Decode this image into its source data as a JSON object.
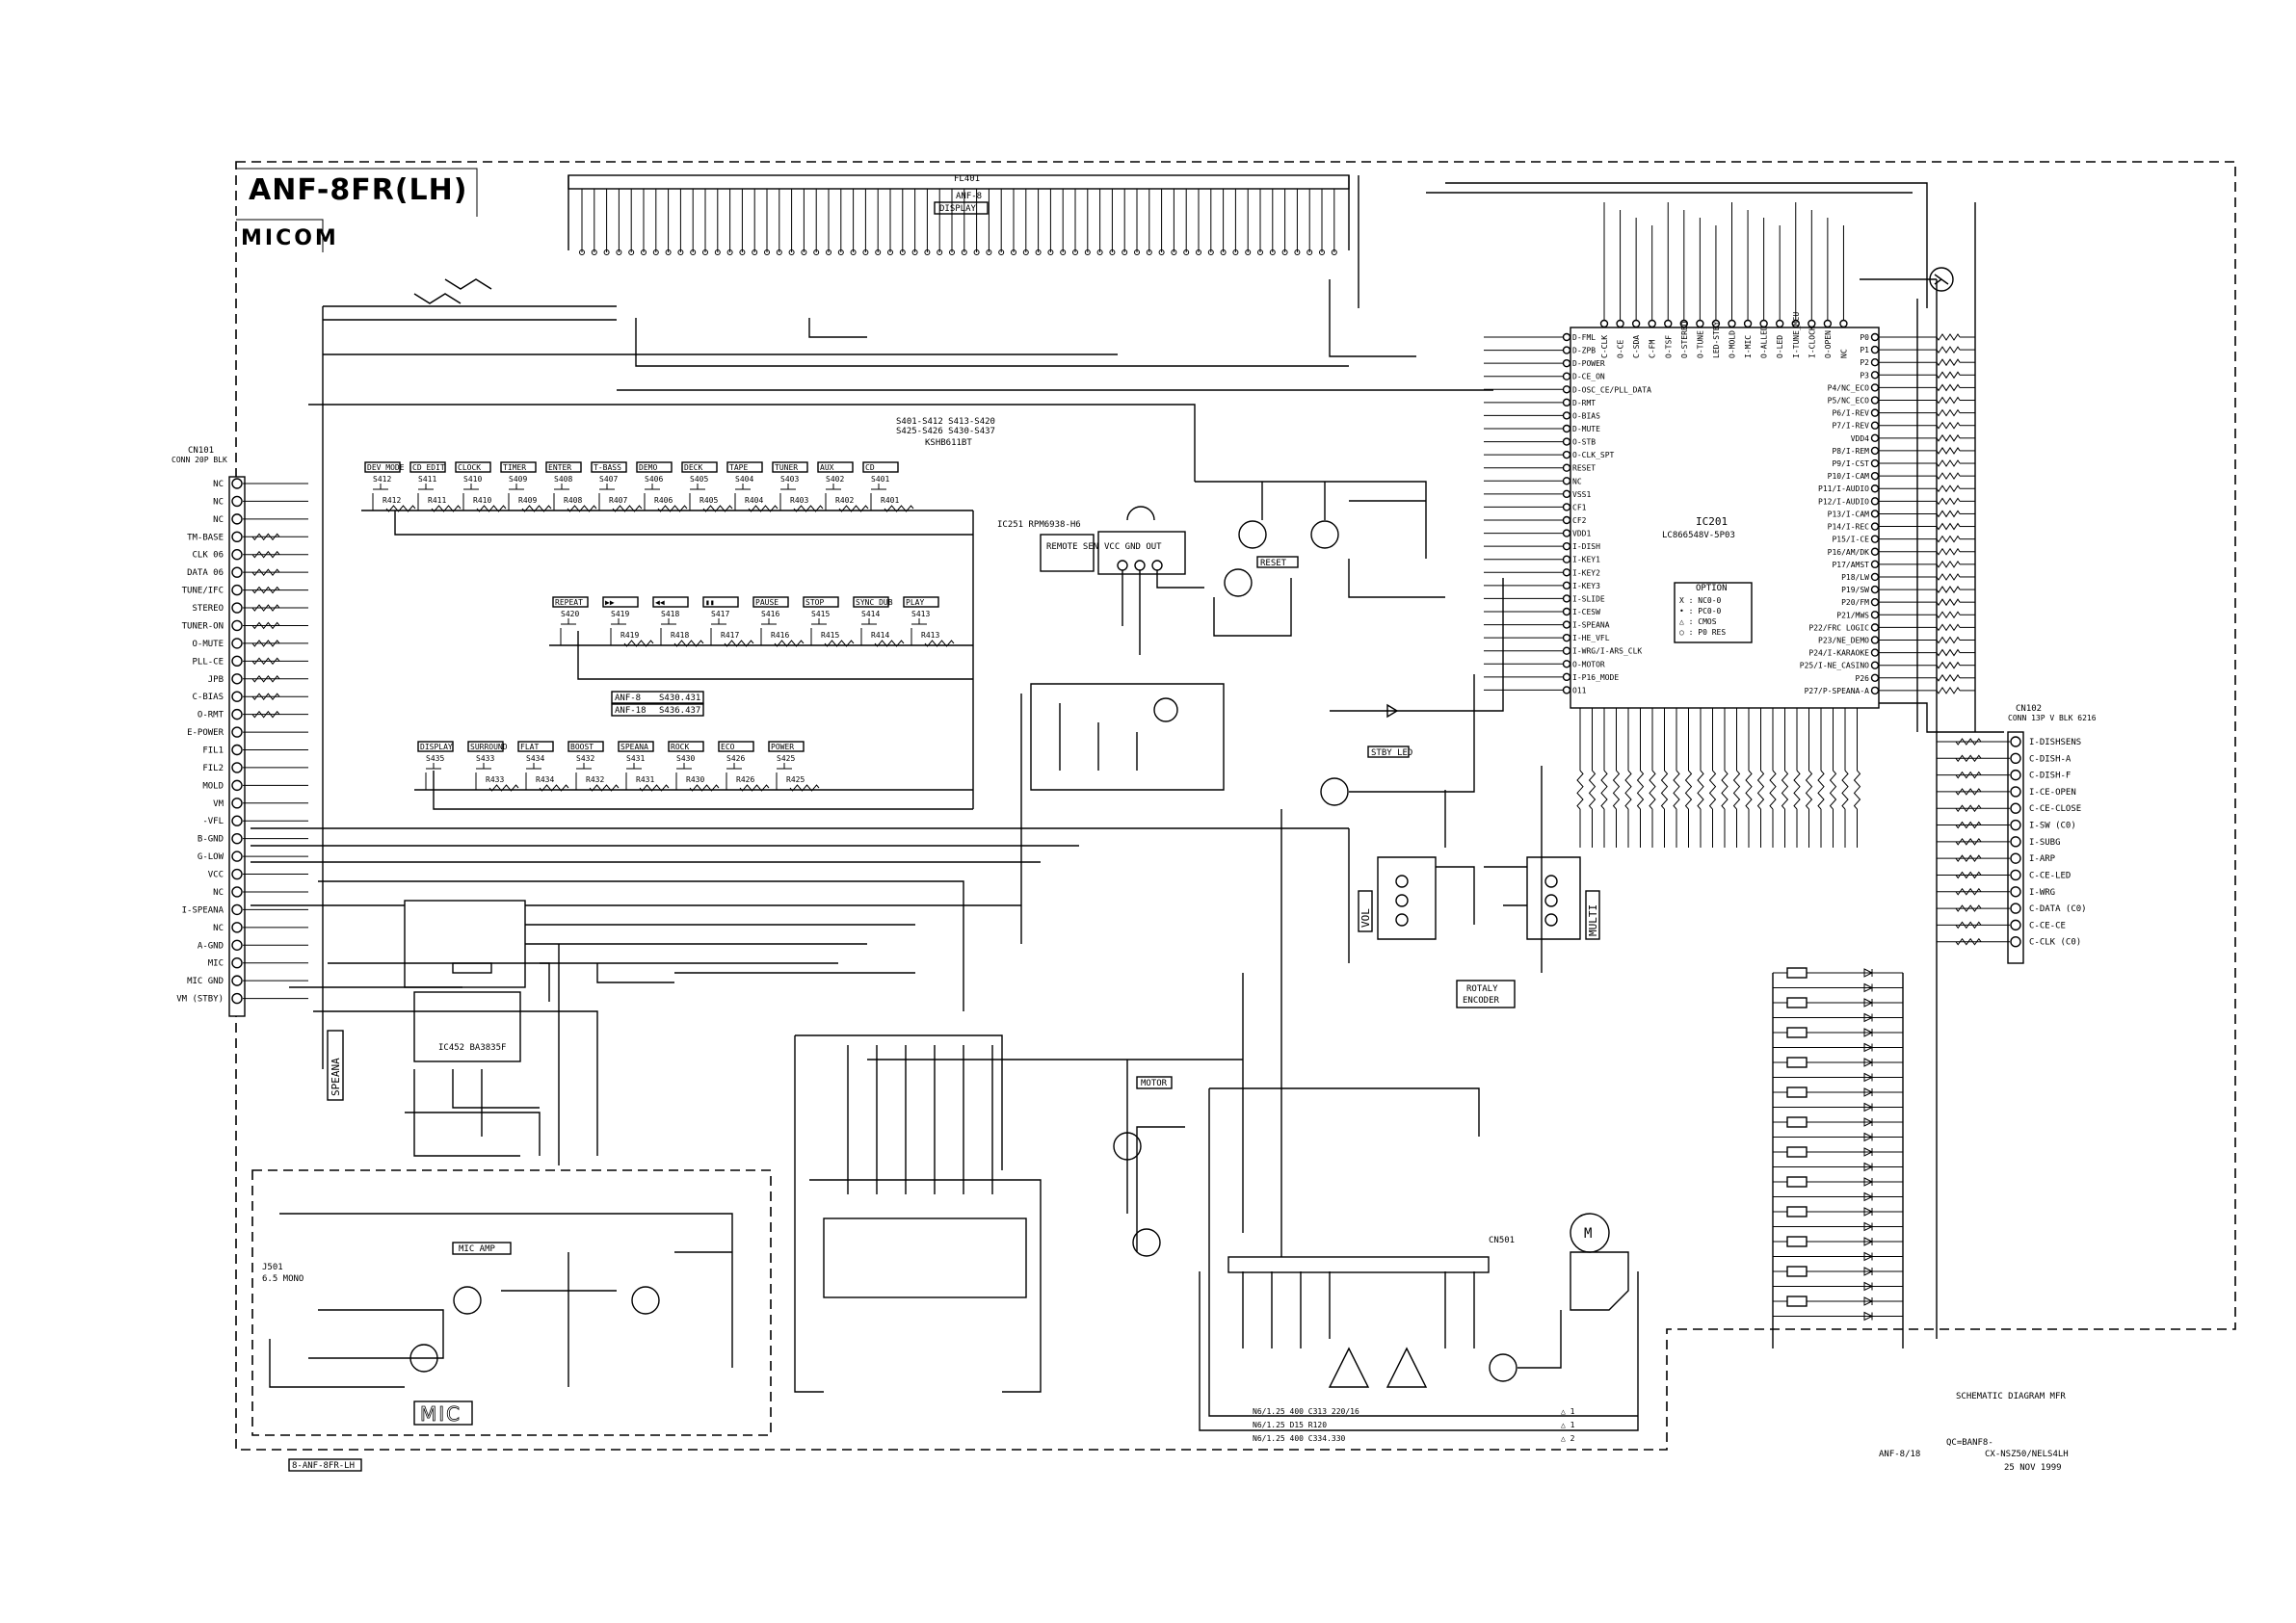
{
  "sheet": {
    "title": "ANF-8FR(LH)",
    "section": "MICOM",
    "footer_ref": "8-ANF-8FR-LH",
    "diagram_label": "SCHEMATIC DIAGRAM MFR",
    "model_code": "QC=BANF8-",
    "model_name": "ANF-8/18",
    "model_variant": "CX-NSZ50/NELS4LH",
    "date": "25 NOV 1999"
  },
  "blocks": {
    "display_connector": "FL401",
    "display_model": "ANF-8",
    "display_label": "DISPLAY",
    "main_ic": "IC201",
    "main_ic_part": "LC866548V-5P03",
    "remote_sensor": "REMOTE SENSOR",
    "remote_ic": "IC251 RPM6938-H6",
    "remote_pins": "VCC GND OUT",
    "speana_ic": "IC452 BA3835F",
    "speana_label": "SPEANA",
    "mic_label": "MIC",
    "mic_amp": "MIC AMP",
    "jack": "J501",
    "jack_spec": "6.5 MONO",
    "vol_label": "VOL",
    "multi_label": "MULTI",
    "rotary_label": "ROTALY ENCODER",
    "motor_connector": "CN501",
    "motor_symbol": "M",
    "motor_label": "MOTOR",
    "key_ic": "KSHB611BT",
    "key_range_a": "S401-S412 S413-S420",
    "key_range_b": "S425-S426 S430-S437",
    "variant_a": "ANF-8",
    "variant_b": "ANF-18",
    "variant_a_keys": "S430.431",
    "variant_b_keys": "S436.437",
    "stby_led": "STBY LED",
    "reset": "RESET",
    "option_title": "OPTION",
    "option_rows": [
      "X : NC0-0",
      "• : PC0-0",
      "△ : CMOS",
      "○ : P0 RES"
    ],
    "cn101": "CN101",
    "cn101_spec": "CONN 20P BLK",
    "cn102": "CN102",
    "cn102_spec": "CONN 13P V BLK 6216"
  },
  "cn101_pins": [
    "NC",
    "NC",
    "NC",
    "TM-BASE",
    "CLK 06",
    "DATA 06",
    "TUNE/IFC",
    "STEREO",
    "TUNER-ON",
    "O-MUTE",
    "PLL-CE",
    "JPB",
    "C-BIAS",
    "O-RMT",
    "E-POWER",
    "FIL1",
    "FIL2",
    "MOLD",
    "VM",
    "-VFL",
    "B-GND",
    "G-LOW",
    "VCC",
    "NC",
    "I-SPEANA",
    "NC",
    "A-GND",
    "MIC",
    "MIC GND",
    "VM (STBY)"
  ],
  "cn102_pins": [
    "I-DISHSENS",
    "C-DISH-A",
    "C-DISH-F",
    "I-CE-OPEN",
    "C-CE-CLOSE",
    "I-SW (C0)",
    "I-SUBG",
    "I-ARP",
    "C-CE-LED",
    "I-WRG",
    "C-DATA (C0)",
    "C-CE-CE",
    "C-CLK (C0)"
  ],
  "key_rows": [
    [
      {
        "ref": "S412",
        "name": "DEV_MODE",
        "r": "R412"
      },
      {
        "ref": "S411",
        "name": "CD_EDIT",
        "r": "R411"
      },
      {
        "ref": "S410",
        "name": "CLOCK",
        "r": "R410"
      },
      {
        "ref": "S409",
        "name": "TIMER",
        "r": "R409"
      },
      {
        "ref": "S408",
        "name": "ENTER",
        "r": "R408"
      },
      {
        "ref": "S407",
        "name": "T-BASS",
        "r": "R407"
      },
      {
        "ref": "S406",
        "name": "DEMO",
        "r": "R406"
      },
      {
        "ref": "S405",
        "name": "DECK",
        "r": "R405"
      },
      {
        "ref": "S404",
        "name": "TAPE",
        "r": "R404"
      },
      {
        "ref": "S403",
        "name": "TUNER",
        "r": "R403"
      },
      {
        "ref": "S402",
        "name": "AUX",
        "r": "R402"
      },
      {
        "ref": "S401",
        "name": "CD",
        "r": "R401"
      }
    ],
    [
      {
        "ref": "S420",
        "name": "REPEAT",
        "r": ""
      },
      {
        "ref": "S419",
        "name": "▶▶",
        "r": "R419"
      },
      {
        "ref": "S418",
        "name": "◀◀",
        "r": "R418"
      },
      {
        "ref": "S417",
        "name": "▮▮",
        "r": "R417"
      },
      {
        "ref": "S416",
        "name": "PAUSE",
        "r": "R416"
      },
      {
        "ref": "S415",
        "name": "STOP",
        "r": "R415"
      },
      {
        "ref": "S414",
        "name": "SYNC_DUB",
        "r": "R414"
      },
      {
        "ref": "S413",
        "name": "PLAY",
        "r": "R413"
      }
    ],
    [
      {
        "ref": "S435",
        "name": "DISPLAY",
        "r": ""
      },
      {
        "ref": "S433",
        "name": "SURROUND",
        "r": "R433"
      },
      {
        "ref": "S434",
        "name": "FLAT",
        "r": "R434"
      },
      {
        "ref": "S432",
        "name": "BOOST",
        "r": "R432"
      },
      {
        "ref": "S431",
        "name": "SPEANA",
        "r": "R431"
      },
      {
        "ref": "S430",
        "name": "ROCK",
        "r": "R430"
      },
      {
        "ref": "S426",
        "name": "ECO",
        "r": "R426"
      },
      {
        "ref": "S425",
        "name": "POWER",
        "r": "R425"
      }
    ]
  ],
  "ic201_right_pins": [
    "P0",
    "P1",
    "P2",
    "P3",
    "P4/NC_ECO",
    "P5/NC_ECO",
    "P6/I-REV",
    "P7/I-REV",
    "VDD4",
    "P8/I-REM",
    "P9/I-CST",
    "P10/I-CAM",
    "P11/I-AUDIO",
    "P12/I-AUDIO",
    "P13/I-CAM",
    "P14/I-REC",
    "P15/I-CE",
    "P16/AM/DK",
    "P17/AMST",
    "P18/LW",
    "P19/SW",
    "P20/FM",
    "P21/MWS",
    "P22/FRC LOGIC",
    "P23/NE_DEMO",
    "P24/I-KARAOKE",
    "P25/I-NE_CASINO",
    "P26",
    "P27/P-SPEANA-A"
  ],
  "ic201_left_pins": [
    "D-FML",
    "D-ZPB",
    "D-POWER",
    "D-CE_ON",
    "D-OSC_CE/PLL_DATA",
    "D-RMT",
    "O-BIAS",
    "D-MUTE",
    "O-STB",
    "O-CLK_SPT",
    "RESET",
    "NC",
    "VSS1",
    "CF1",
    "CF2",
    "VDD1",
    "I-DISH",
    "I-KEY1",
    "I-KEY2",
    "I-KEY3",
    "I-SLIDE",
    "I-CESW",
    "I-SPEANA",
    "I-HE_VFL",
    "I-WRG/I-ARS_CLK",
    "O-MOTOR",
    "I-P16_MODE",
    "O11"
  ],
  "ic201_top_pins": [
    "C-CLK",
    "O-CE",
    "C-SDA",
    "C-FM",
    "O-TSF",
    "O-STEREO",
    "O-TUNE",
    "LED-STBY",
    "O-MOLD",
    "I-MIC",
    "O-ALLED",
    "O-LED",
    "I-TUNE_MCU",
    "I-CLOCK",
    "O-OPEN",
    "NC"
  ],
  "bottom_notes": [
    "N6/1.25 400 C313 220/16",
    "N6/1.25 D15 R120",
    "N6/1.25 400 C334.330"
  ]
}
